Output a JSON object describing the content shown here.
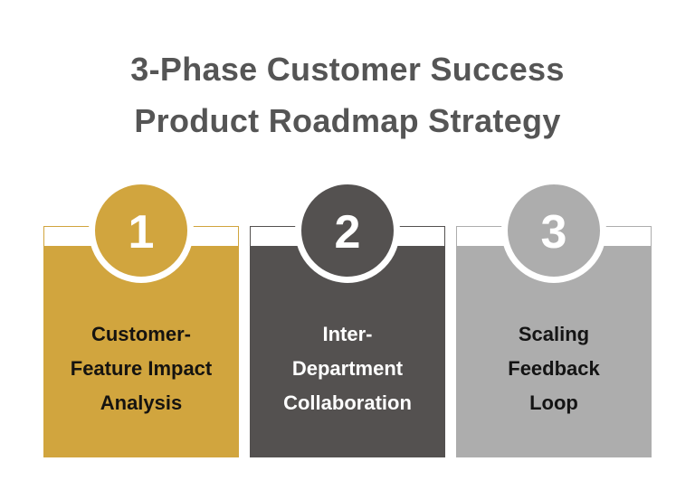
{
  "title": {
    "line1": "3-Phase Customer Success",
    "line2": "Product Roadmap Strategy"
  },
  "phases": [
    {
      "number": "1",
      "lines": [
        "Customer-",
        "Feature Impact",
        "Analysis"
      ],
      "color": "#D1A53E",
      "text_color": "#151310"
    },
    {
      "number": "2",
      "lines": [
        "Inter-",
        "Department",
        "Collaboration"
      ],
      "color": "#545150",
      "text_color": "#FFFFFF"
    },
    {
      "number": "3",
      "lines": [
        "Scaling",
        "Feedback",
        "Loop"
      ],
      "color": "#ADADAD",
      "text_color": "#141414"
    }
  ],
  "colors": {
    "background": "#FFFFFF",
    "title_text": "#555555",
    "number_text": "#FFFFFF",
    "circle_ring": "#FFFFFF"
  }
}
